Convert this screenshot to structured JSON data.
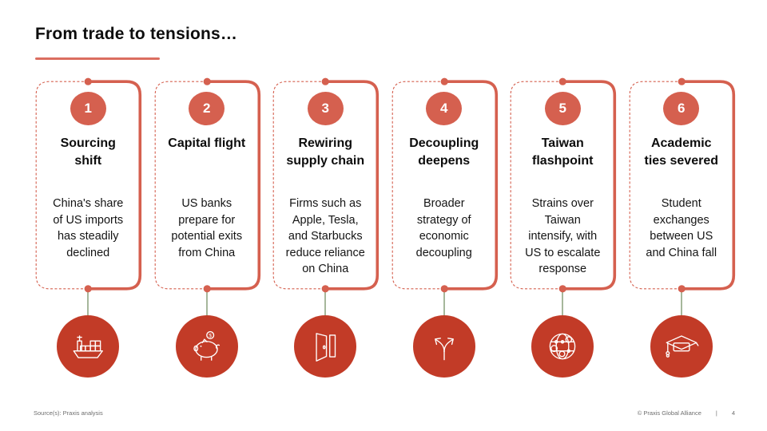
{
  "slide": {
    "title": "From trade to tensions…",
    "colors": {
      "accent_salmon": "#D5604F",
      "underline_salmon": "#DB6E60",
      "icon_red": "#C23B27",
      "connector_green": "#A6B79B"
    },
    "cards": [
      {
        "number": "1",
        "title": "Sourcing shift",
        "body": "China's share of US imports has steadily declined",
        "icon": "cargo-ship-icon"
      },
      {
        "number": "2",
        "title": "Capital flight",
        "body": "US banks prepare for potential exits from China",
        "icon": "piggy-bank-icon"
      },
      {
        "number": "3",
        "title": "Rewiring supply chain",
        "body": "Firms such as Apple, Tesla, and Starbucks reduce reliance on China",
        "icon": "open-door-icon"
      },
      {
        "number": "4",
        "title": "Decoupling deepens",
        "body": "Broader strategy of economic decoupling",
        "icon": "diverging-arrows-icon"
      },
      {
        "number": "5",
        "title": "Taiwan flashpoint",
        "body": "Strains over Taiwan intensify, with US to escalate response",
        "icon": "globe-network-icon"
      },
      {
        "number": "6",
        "title": "Academic ties severed",
        "body": "Student exchanges between US and China fall",
        "icon": "graduation-cap-icon"
      }
    ],
    "footer": {
      "source": "Source(s): Praxis analysis",
      "copyright": "© Praxis Global Alliance",
      "separator": "|",
      "page_number": "4"
    }
  }
}
